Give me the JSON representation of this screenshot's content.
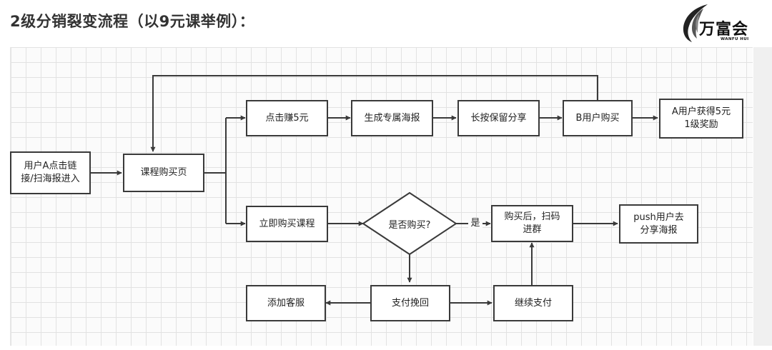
{
  "title": "2级分销裂变流程（以9元课举例）：",
  "logo": {
    "text": "万富会",
    "sub": "WANFU HUI"
  },
  "flowchart": {
    "nodes": {
      "user_a_entry": "用户A点击链\n接/扫海报进入",
      "course_page": "课程购买页",
      "click_earn": "点击赚5元",
      "generate_poster": "生成专属海报",
      "long_press_share": "长按保留分享",
      "user_b_buy": "B用户购买",
      "user_a_reward": "A用户获得5元\n1级奖励",
      "buy_now": "立即购买课程",
      "purchased_decision": "是否购买?",
      "after_purchase_scan": "购买后，扫码\n进群",
      "push_share_poster": "push用户去\n分享海报",
      "add_customer_service": "添加客服",
      "payment_recovery": "支付挽回",
      "continue_payment": "继续支付"
    },
    "edge_labels": {
      "yes": "是"
    },
    "colors": {
      "stroke": "#3a3a3a",
      "grid": "#e2e2e2",
      "background": "#fbfbfb"
    }
  }
}
